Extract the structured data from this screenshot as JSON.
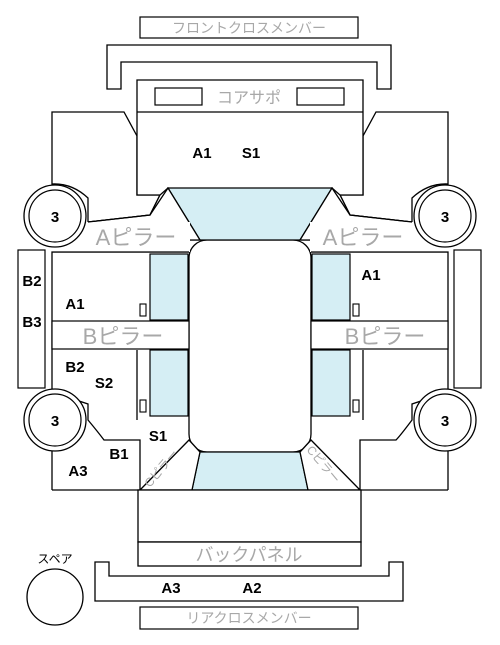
{
  "parts": {
    "front_cross_member": "フロントクロスメンバー",
    "core_support": "コアサポ",
    "a_pillar": "Aピラー",
    "b_pillar": "Bピラー",
    "back_panel": "バックパネル",
    "rear_cross_member": "リアクロスメンバー",
    "spare": "スペア",
    "c_pillar": "Cピラー"
  },
  "wheels": {
    "front_left": "3",
    "front_right": "3",
    "rear_left": "3",
    "rear_right": "3"
  },
  "hood": {
    "a1": "A1",
    "s1": "S1"
  },
  "left_front_door": {
    "a1": "A1"
  },
  "right_front_door": {
    "a1": "A1"
  },
  "left_rear_door": {
    "b2": "B2",
    "s2": "S2"
  },
  "left_rear_quarter": {
    "s1": "S1",
    "b1": "B1",
    "a3": "A3"
  },
  "left_sill": {
    "b2": "B2",
    "b3": "B3"
  },
  "rear_bumper": {
    "a3": "A3",
    "a2": "A2"
  }
}
